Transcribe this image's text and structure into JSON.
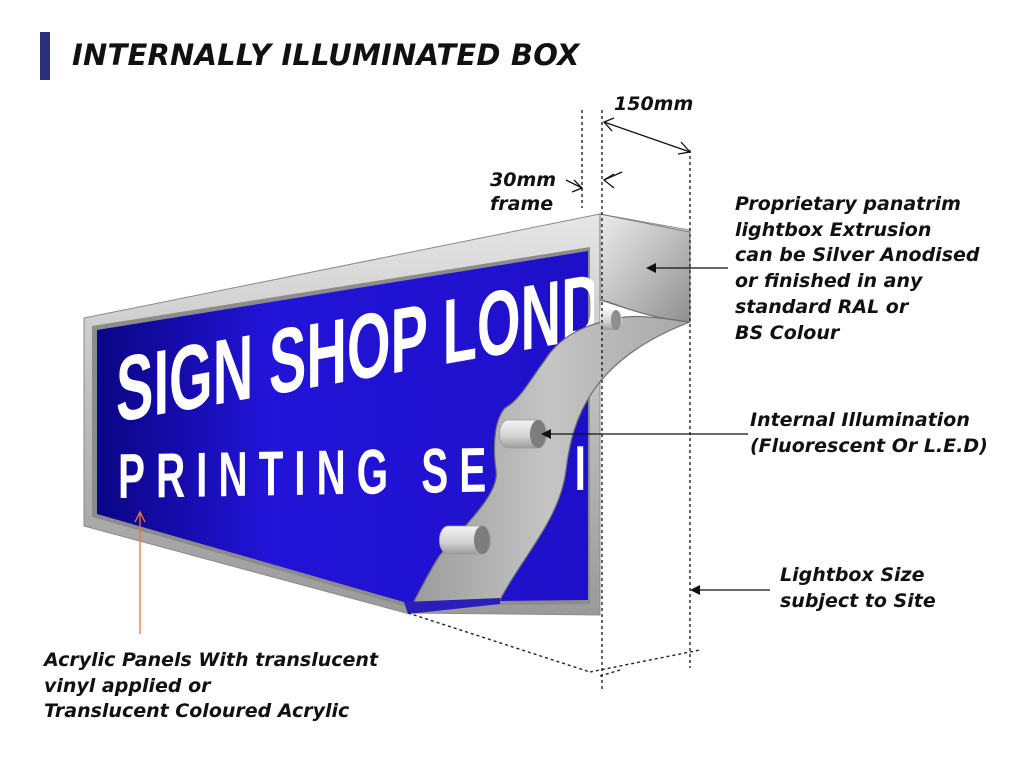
{
  "title": "INTERNALLY ILLUMINATED BOX",
  "sign_text": {
    "line1": "SIGN SHOP LONDON",
    "line2": "PRINTING SERVICE"
  },
  "dimensions": {
    "depth": "150mm",
    "frame": [
      "30mm",
      "frame"
    ]
  },
  "annotations": {
    "extrusion": [
      "Proprietary panatrim",
      "lightbox Extrusion",
      "can be Silver Anodised",
      "or finished in any",
      "standard RAL or",
      "BS Colour"
    ],
    "illumination": [
      "Internal Illumination",
      "(Fluorescent Or L.E.D)"
    ],
    "size": [
      "Lightbox Size",
      "subject to Site"
    ],
    "panels": [
      "Acrylic Panels With translucent",
      "vinyl applied or",
      "Translucent Coloured Acrylic"
    ]
  },
  "colors": {
    "panel": "#1e10c8",
    "panel_dark": "#0a0584",
    "accent_bar": "#2b2f7a",
    "leader_orange": "#e57a3a",
    "frame_silver": "#b9b9b9"
  }
}
